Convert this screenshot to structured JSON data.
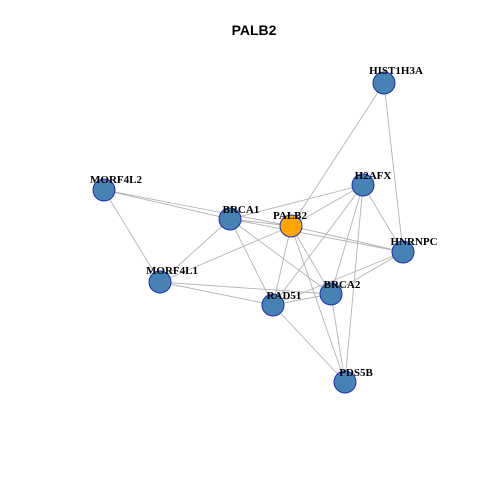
{
  "title": "PALB2",
  "colors": {
    "node_default": "#4682b4",
    "node_focus": "#ffa500",
    "node_border": "#1a2fb5",
    "edge": "#b3b3b3"
  },
  "nodes": [
    {
      "id": "PALB2",
      "label": "PALB2",
      "focus": true
    },
    {
      "id": "HIST1H3A",
      "label": "HIST1H3A",
      "focus": false
    },
    {
      "id": "H2AFX",
      "label": "H2AFX",
      "focus": false
    },
    {
      "id": "MORF4L2",
      "label": "MORF4L2",
      "focus": false
    },
    {
      "id": "BRCA1",
      "label": "BRCA1",
      "focus": false
    },
    {
      "id": "HNRNPC",
      "label": "HNRNPC",
      "focus": false
    },
    {
      "id": "MORF4L1",
      "label": "MORF4L1",
      "focus": false
    },
    {
      "id": "RAD51",
      "label": "RAD51",
      "focus": false
    },
    {
      "id": "BRCA2",
      "label": "BRCA2",
      "focus": false
    },
    {
      "id": "PDS5B",
      "label": "PDS5B",
      "focus": false
    }
  ],
  "edges": [
    [
      "HIST1H3A",
      "PALB2"
    ],
    [
      "HIST1H3A",
      "HNRNPC"
    ],
    [
      "H2AFX",
      "PALB2"
    ],
    [
      "H2AFX",
      "BRCA1"
    ],
    [
      "H2AFX",
      "HNRNPC"
    ],
    [
      "H2AFX",
      "RAD51"
    ],
    [
      "H2AFX",
      "BRCA2"
    ],
    [
      "H2AFX",
      "PDS5B"
    ],
    [
      "MORF4L2",
      "BRCA1"
    ],
    [
      "MORF4L2",
      "PALB2"
    ],
    [
      "MORF4L2",
      "MORF4L1"
    ],
    [
      "BRCA1",
      "PALB2"
    ],
    [
      "BRCA1",
      "HNRNPC"
    ],
    [
      "BRCA1",
      "MORF4L1"
    ],
    [
      "BRCA1",
      "RAD51"
    ],
    [
      "BRCA1",
      "BRCA2"
    ],
    [
      "PALB2",
      "HNRNPC"
    ],
    [
      "PALB2",
      "RAD51"
    ],
    [
      "PALB2",
      "BRCA2"
    ],
    [
      "PALB2",
      "PDS5B"
    ],
    [
      "PALB2",
      "MORF4L1"
    ],
    [
      "HNRNPC",
      "BRCA2"
    ],
    [
      "HNRNPC",
      "RAD51"
    ],
    [
      "MORF4L1",
      "RAD51"
    ],
    [
      "MORF4L1",
      "BRCA2"
    ],
    [
      "RAD51",
      "BRCA2"
    ],
    [
      "RAD51",
      "PDS5B"
    ],
    [
      "BRCA2",
      "PDS5B"
    ]
  ]
}
